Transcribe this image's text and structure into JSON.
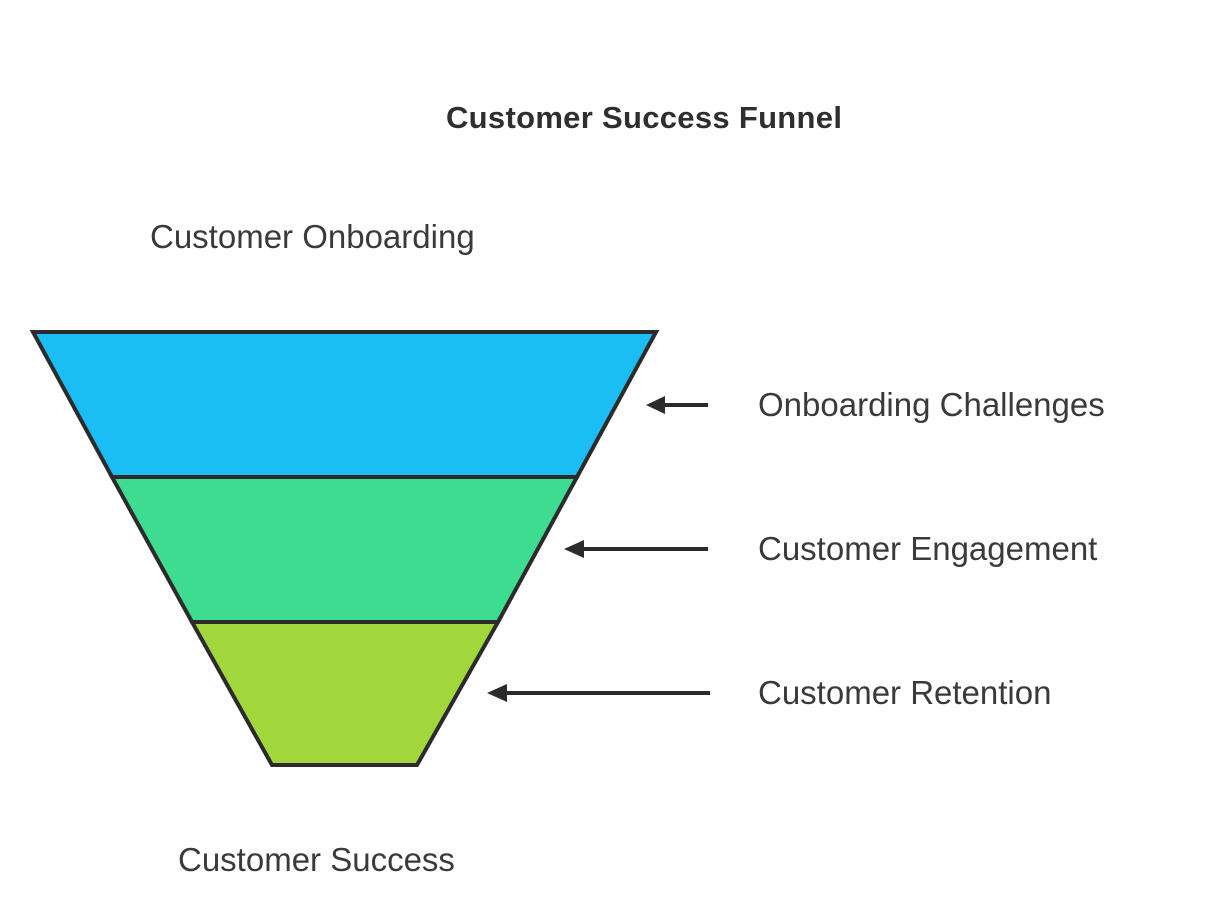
{
  "title": "Customer Success Funnel",
  "funnel": {
    "entry_label": "Customer Onboarding",
    "exit_label": "Customer Success",
    "segments": [
      {
        "label": "Onboarding Challenges",
        "color": "#1BBDF5"
      },
      {
        "label": "Customer Engagement",
        "color": "#3EDC91"
      },
      {
        "label": "Customer Retention",
        "color": "#A2D73C"
      }
    ]
  },
  "colors": {
    "outline": "#2B2B2B",
    "text": "#3A3A3A",
    "background": "#FFFFFF"
  }
}
